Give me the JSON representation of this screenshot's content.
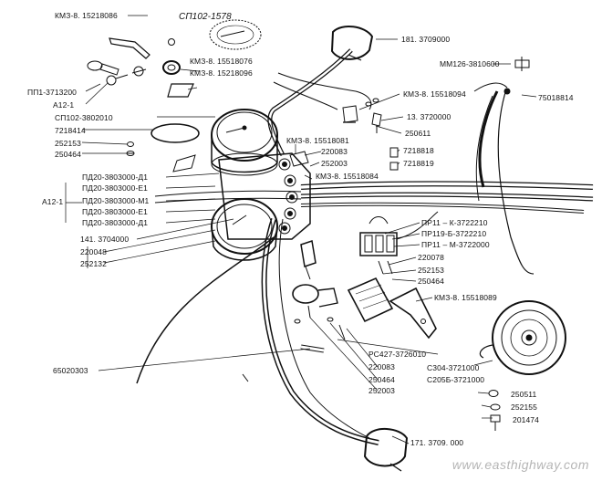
{
  "labels": {
    "kmz_15218086": "КМЗ-8. 15218086",
    "sp102_1578": "СП102-1578",
    "kmz_15518076": "КМЗ-8. 15518076",
    "kmz_15218096": "КМЗ-8. 15218096",
    "pp1_3713200": "ПП1-3713200",
    "a12_1_top": "А12-1",
    "sp102_3802010": "СП102-3802010",
    "n7218414": "7218414",
    "n252153_left": "252153",
    "n250464_left": "250464",
    "a12_1_group": "А12-1",
    "pd20_d1_top": "ПД20-3803000-Д1",
    "pd20_e1_top": "ПД20-3803000-Е1",
    "pd20_m1": "ПД20-3803000-М1",
    "pd20_e1_bottom": "ПД20-3803000-Е1",
    "pd20_d1_bottom": "ПД20-3803000-Д1",
    "n141_3704000": "141. 3704000",
    "n220048": "220048",
    "n252132": "252132",
    "n65020303": "65020303",
    "n181_3709000": "181. 3709000",
    "mm126_3810600": "ММ126-3810600",
    "n75018814": "75018814",
    "kmz_15518094": "КМЗ-8. 15518094",
    "n13_3720000": "13. 3720000",
    "n250611": "250611",
    "kmz_15518081": "КМЗ-8. 15518081",
    "n220083_top": "220083",
    "n7218818": "7218818",
    "n252003_top": "252003",
    "n7218819": "7218819",
    "kmz_15518084": "КМЗ-8. 15518084",
    "pr11_k": "ПР11 – К-3722210",
    "pr119_b": "ПР119-Б-3722210",
    "pr11_m": "ПР11 – М-3722000",
    "n220078": "220078",
    "n252153_right": "252153",
    "n250464_right": "250464",
    "kmz_15518089": "КМЗ-8. 15518089",
    "rs427": "РС427-3726010",
    "n220083_bottom": "220083",
    "n250464_bottom": "250464",
    "n252003_bottom": "252003",
    "c304": "С304-3721000",
    "c205b": "С205Б-3721000",
    "n250511": "250511",
    "n252155": "252155",
    "n201474": "201474",
    "n171_3709000": "171. 3709. 000"
  },
  "watermark": "www.easthighway.com",
  "colors": {
    "ink": "#111111",
    "background": "#ffffff",
    "watermark": "#b5b5b5"
  }
}
